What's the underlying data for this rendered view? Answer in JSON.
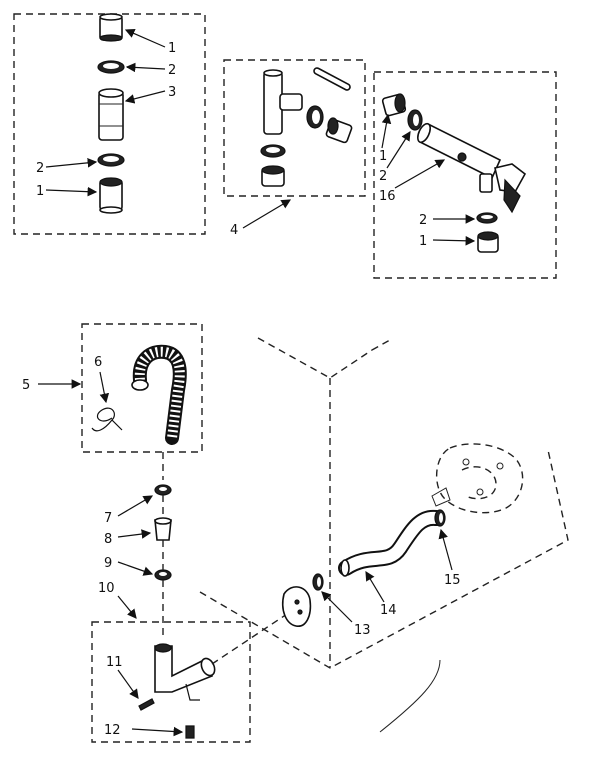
{
  "callouts": {
    "c1a": "1",
    "c2a": "2",
    "c3": "3",
    "c2b": "2",
    "c1b": "1",
    "c4": "4",
    "c1c": "1",
    "c2c": "2",
    "c16": "16",
    "c2d": "2",
    "c1d": "1",
    "c5": "5",
    "c6": "6",
    "c7": "7",
    "c8": "8",
    "c9": "9",
    "c10": "10",
    "c11": "11",
    "c12": "12",
    "c13": "13",
    "c14": "14",
    "c15": "15"
  }
}
